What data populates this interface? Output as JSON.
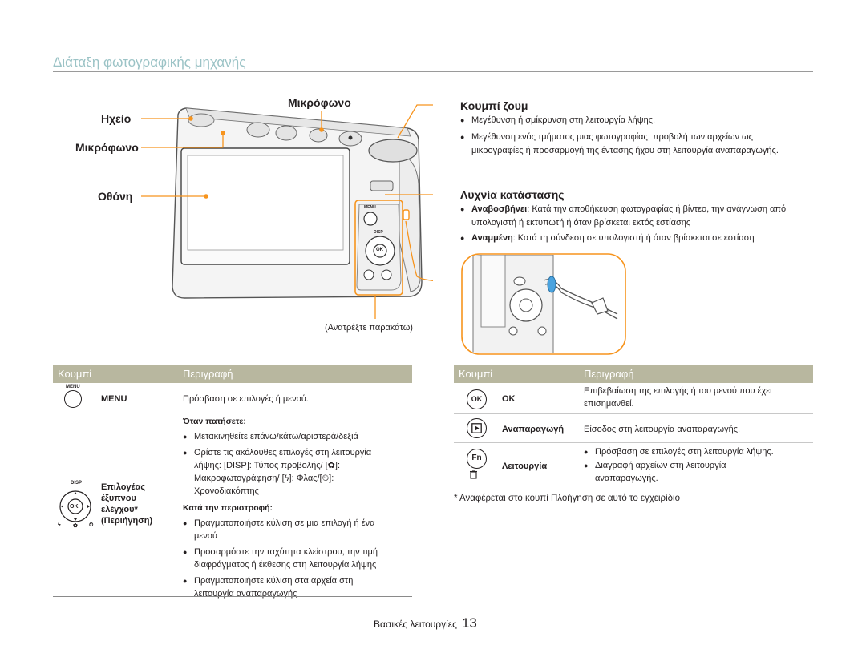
{
  "page_title": "Διάταξη φωτογραφικής μηχανής",
  "callouts": {
    "microphone_top": "Μικρόφωνο",
    "speaker": "Ηχείο",
    "microphone_left": "Μικρόφωνο",
    "screen": "Οθόνη",
    "zoom_button": "Κουμπί ζουμ",
    "status_lamp": "Λυχνία κατάστασης"
  },
  "zoom_bullets": [
    "Μεγέθυνση ή σμίκρυνση στη λειτουργία λήψης.",
    "Μεγέθυνση ενός τμήματος μιας φωτογραφίας, προβολή των αρχείων ως μικρογραφίες ή προσαρμογή της έντασης ήχου στη λειτουργία αναπαραγωγής."
  ],
  "lamp_bullets": [
    {
      "term": "Αναβοσβήνει",
      "text": ": Κατά την αποθήκευση φωτογραφίας ή βίντεο, την ανάγνωση από υπολογιστή ή εκτυπωτή ή όταν βρίσκεται εκτός εστίασης"
    },
    {
      "term": "Αναμμένη",
      "text": ": Κατά τη σύνδεση σε υπολογιστή ή όταν βρίσκεται σε εστίαση"
    }
  ],
  "see_below": "(Ανατρέξτε παρακάτω)",
  "camera_labels": {
    "menu": "MENU",
    "disp": "DISP",
    "ok": "OK"
  },
  "left_table": {
    "header_button": "Κουμπί",
    "header_description": "Περιγραφή",
    "menu_icon_label": "MENU",
    "menu_button": "MENU",
    "menu_desc": "Πρόσβαση σε επιλογές ή μενού.",
    "dial_disp_label": "DISP",
    "dial_ok_label": "OK",
    "dial_name": [
      "Επιλογέας",
      "έξυπνου",
      "ελέγχου*",
      "(Περιήγηση)"
    ],
    "when_pressed": "Όταν πατήσετε:",
    "pressed_bullets": [
      "Μετακινηθείτε επάνω/κάτω/αριστερά/δεξιά",
      "Ορίστε τις ακόλουθες επιλογές στη λειτουργία λήψης: [DISP]: Τύπος προβολής/ [✿]: Μακροφωτογράφηση/ [ϟ]: Φλας/[⏲]: Χρονοδιακόπτης"
    ],
    "when_rotate": "Κατά την περιστροφή:",
    "rotate_bullets": [
      "Πραγματοποιήστε κύλιση σε μια επιλογή ή ένα μενού",
      "Προσαρμόστε την ταχύτητα κλείστρου, την τιμή διαφράγματος ή έκθεσης στη λειτουργία λήψης",
      "Πραγματοποιήστε κύλιση στα αρχεία στη λειτουργία αναπαραγωγής"
    ]
  },
  "right_table": {
    "header_button": "Κουμπί",
    "header_description": "Περιγραφή",
    "ok_icon": "OK",
    "ok_label": "OK",
    "ok_desc": "Επιβεβαίωση της επιλογής ή του μενού που έχει επισημανθεί.",
    "play_label": "Αναπαραγωγή",
    "play_desc": "Είσοδος στη λειτουργία αναπαραγωγής.",
    "fn_icon": "Fn",
    "fn_label": "Λειτουργία",
    "fn_bullets": [
      "Πρόσβαση σε επιλογές στη λειτουργία λήψης.",
      "Διαγραφή αρχείων στη λειτουργία αναπαραγωγής."
    ],
    "footnote": "* Αναφέρεται στο κουπί Πλοήγηση σε αυτό το εγχειρίδιο"
  },
  "footer": {
    "section": "Βασικές λειτουργίες",
    "page_number": "13"
  },
  "colors": {
    "accent_orange": "#f7941d",
    "title": "#9bc3c6",
    "table_header": "#b8b79f"
  }
}
